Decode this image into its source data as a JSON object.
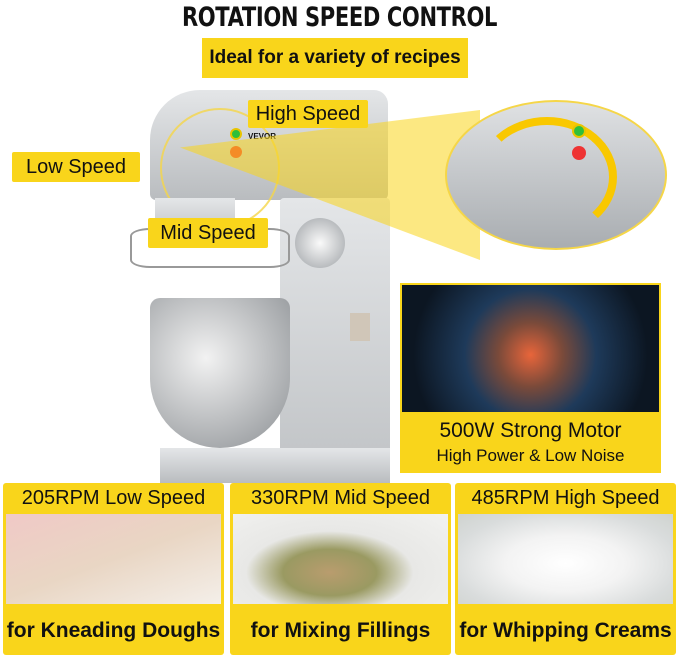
{
  "title": "ROTATION SPEED CONTROL",
  "subtitle": "Ideal for a variety of recipes",
  "labels": {
    "high": "High Speed",
    "low": "Low Speed",
    "mid": "Mid Speed"
  },
  "brand": "VEVOR",
  "motor": {
    "title": "500W Strong Motor",
    "subtitle": "High Power & Low Noise"
  },
  "cards": [
    {
      "header": "205RPM Low Speed",
      "footer": "for Kneading Doughs"
    },
    {
      "header": "330RPM Mid Speed",
      "footer": "for Mixing Fillings"
    },
    {
      "header": "485RPM High Speed",
      "footer": "for Whipping Creams"
    }
  ],
  "colors": {
    "accent": "#f9d51b"
  }
}
